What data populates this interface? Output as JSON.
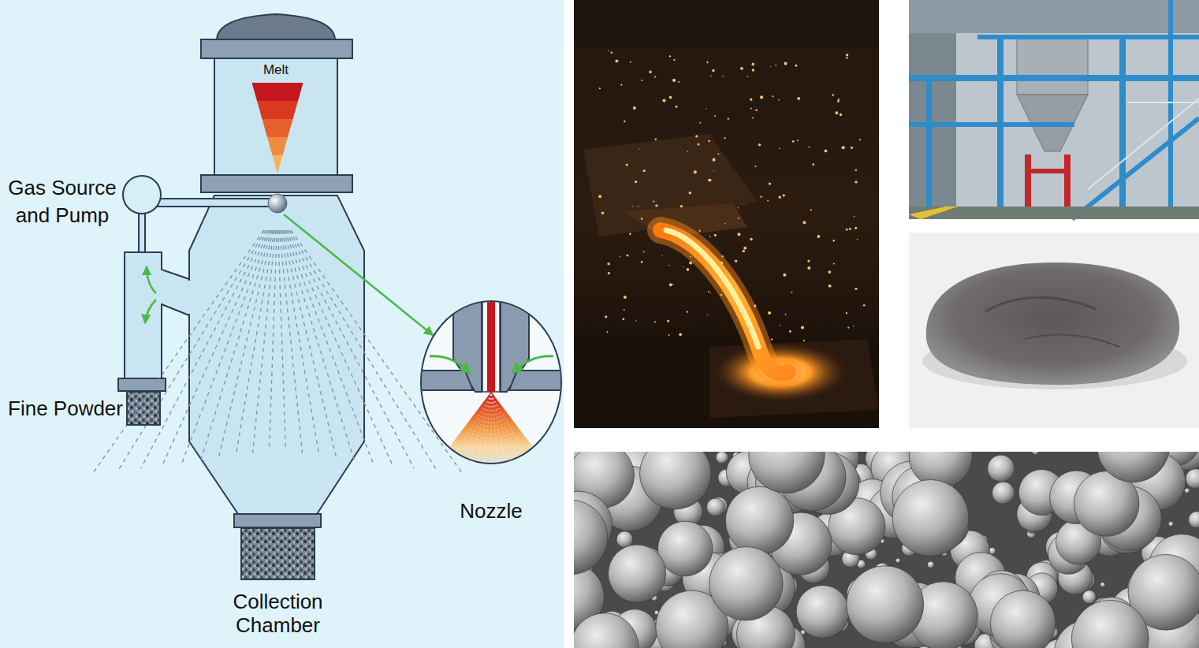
{
  "diagram": {
    "nodes": [
      {
        "text": [
          "Melt"
        ]
      },
      {
        "text": [
          "Gas Source and Pump"
        ]
      },
      {
        "text": [
          "Fine Powder"
        ]
      },
      {
        "text": [
          "Nozzle"
        ]
      },
      {
        "text": [
          "Collection Chamber"
        ]
      }
    ],
    "edges": [
      {
        "from": 0,
        "to": 3,
        "arrow": "to"
      }
    ]
  }
}
